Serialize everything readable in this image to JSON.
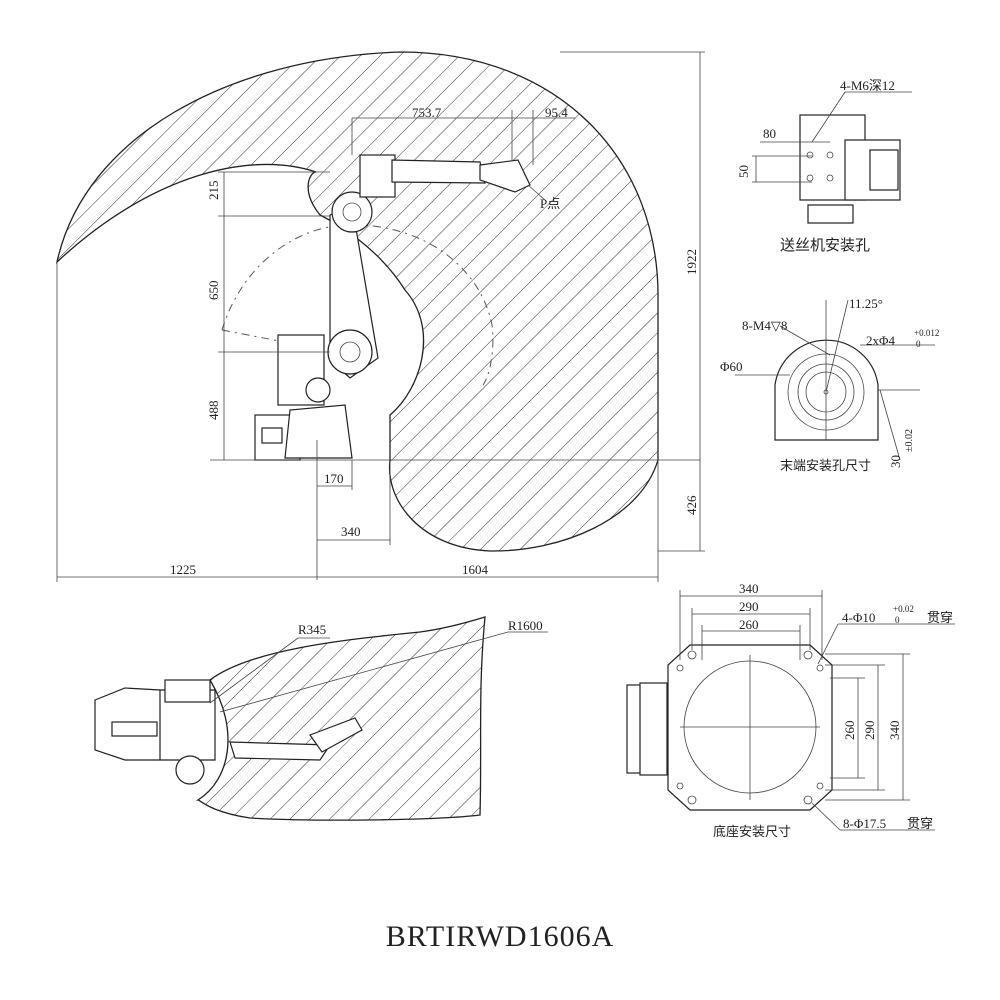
{
  "model": "BRTIRWD1606A",
  "side_view": {
    "dims": {
      "top_reach": "753.7",
      "tool_offset": "95.4",
      "height_total": "1922",
      "h215": "215",
      "h650": "650",
      "h488": "488",
      "below_base": "426",
      "base_170": "170",
      "base_340": "340",
      "left_reach": "1225",
      "right_reach": "1604"
    },
    "p_point": "P点"
  },
  "wire_feeder": {
    "thread_label": "4-M6深12",
    "dim80": "80",
    "dim50": "50",
    "caption": "送丝机安装孔"
  },
  "flange": {
    "angle": "11.25°",
    "tapped": "8-M4▽8",
    "pin": "2xΦ4",
    "pin_tol_upper": "+0.012",
    "pin_tol_lower": "0",
    "dia": "Φ60",
    "depth": "30",
    "depth_tol": "±0.02",
    "caption": "末端安装孔尺寸"
  },
  "top_view": {
    "r_inner": "R345",
    "r_outer": "R1600"
  },
  "base": {
    "w340": "340",
    "w290": "290",
    "w260": "260",
    "h260": "260",
    "h290": "290",
    "h340": "340",
    "pin_holes": "4-Φ10",
    "pin_tol_upper": "+0.02",
    "pin_tol_lower": "0",
    "pin_through": "贯穿",
    "bolt_holes": "8-Φ17.5",
    "bolt_through": "贯穿",
    "caption": "底座安装尺寸"
  }
}
